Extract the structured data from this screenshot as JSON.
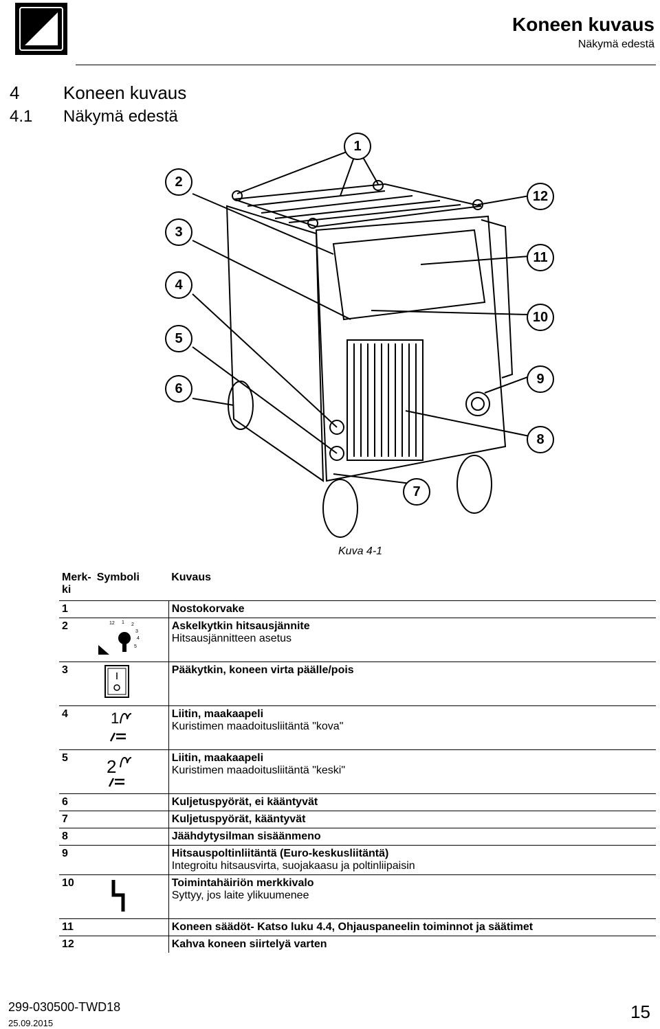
{
  "header": {
    "title": "Koneen kuvaus",
    "subtitle": "Näkymä edestä"
  },
  "sections": {
    "h1": {
      "num": "4",
      "title": "Koneen kuvaus"
    },
    "h2": {
      "num": "4.1",
      "title": "Näkymä edestä"
    }
  },
  "figure": {
    "caption": "Kuva 4-1",
    "callouts": [
      "1",
      "2",
      "3",
      "4",
      "5",
      "6",
      "7",
      "8",
      "9",
      "10",
      "11",
      "12"
    ]
  },
  "legend": {
    "headers": {
      "mark": "Merk-\nki",
      "symbol": "Symboli",
      "desc": "Kuvaus"
    },
    "rows": [
      {
        "mark": "1",
        "symbol": "",
        "title": "Nostokorvake",
        "sub": ""
      },
      {
        "mark": "2",
        "symbol": "voltage-selector-icon",
        "title": "Askelkytkin hitsausjännite",
        "sub": "Hitsausjännitteen asetus"
      },
      {
        "mark": "3",
        "symbol": "main-switch-icon",
        "title": "Pääkytkin, koneen virta päälle/pois",
        "sub": ""
      },
      {
        "mark": "4",
        "symbol": "ground-socket-1-icon",
        "title": "Liitin, maakaapeli",
        "sub": "Kuristimen maadoitusliitäntä \"kova\""
      },
      {
        "mark": "5",
        "symbol": "ground-socket-2-icon",
        "title": "Liitin, maakaapeli",
        "sub": "Kuristimen maadoitusliitäntä \"keski\""
      },
      {
        "mark": "6",
        "symbol": "",
        "title": "Kuljetuspyörät, ei kääntyvät",
        "sub": ""
      },
      {
        "mark": "7",
        "symbol": "",
        "title": "Kuljetuspyörät, kääntyvät",
        "sub": ""
      },
      {
        "mark": "8",
        "symbol": "",
        "title": "Jäähdytysilman sisäänmeno",
        "sub": ""
      },
      {
        "mark": "9",
        "symbol": "",
        "title": "Hitsauspoltinliitäntä (Euro-keskusliitäntä)",
        "sub": "Integroitu hitsausvirta, suojakaasu ja poltinliipaisin"
      },
      {
        "mark": "10",
        "symbol": "fault-lamp-icon",
        "title": "Toimintahäiriön merkkivalo",
        "sub": "Syttyy, jos laite ylikuumenee"
      },
      {
        "mark": "11",
        "symbol": "",
        "title": "Koneen säädöt- Katso luku 4.4, Ohjauspaneelin toiminnot ja säätimet",
        "sub": ""
      },
      {
        "mark": "12",
        "symbol": "",
        "title": "Kahva koneen siirtelyä varten",
        "sub": ""
      }
    ]
  },
  "footer": {
    "doc_code": "299-030500-TWD18",
    "date": "25.09.2015",
    "page": "15"
  }
}
